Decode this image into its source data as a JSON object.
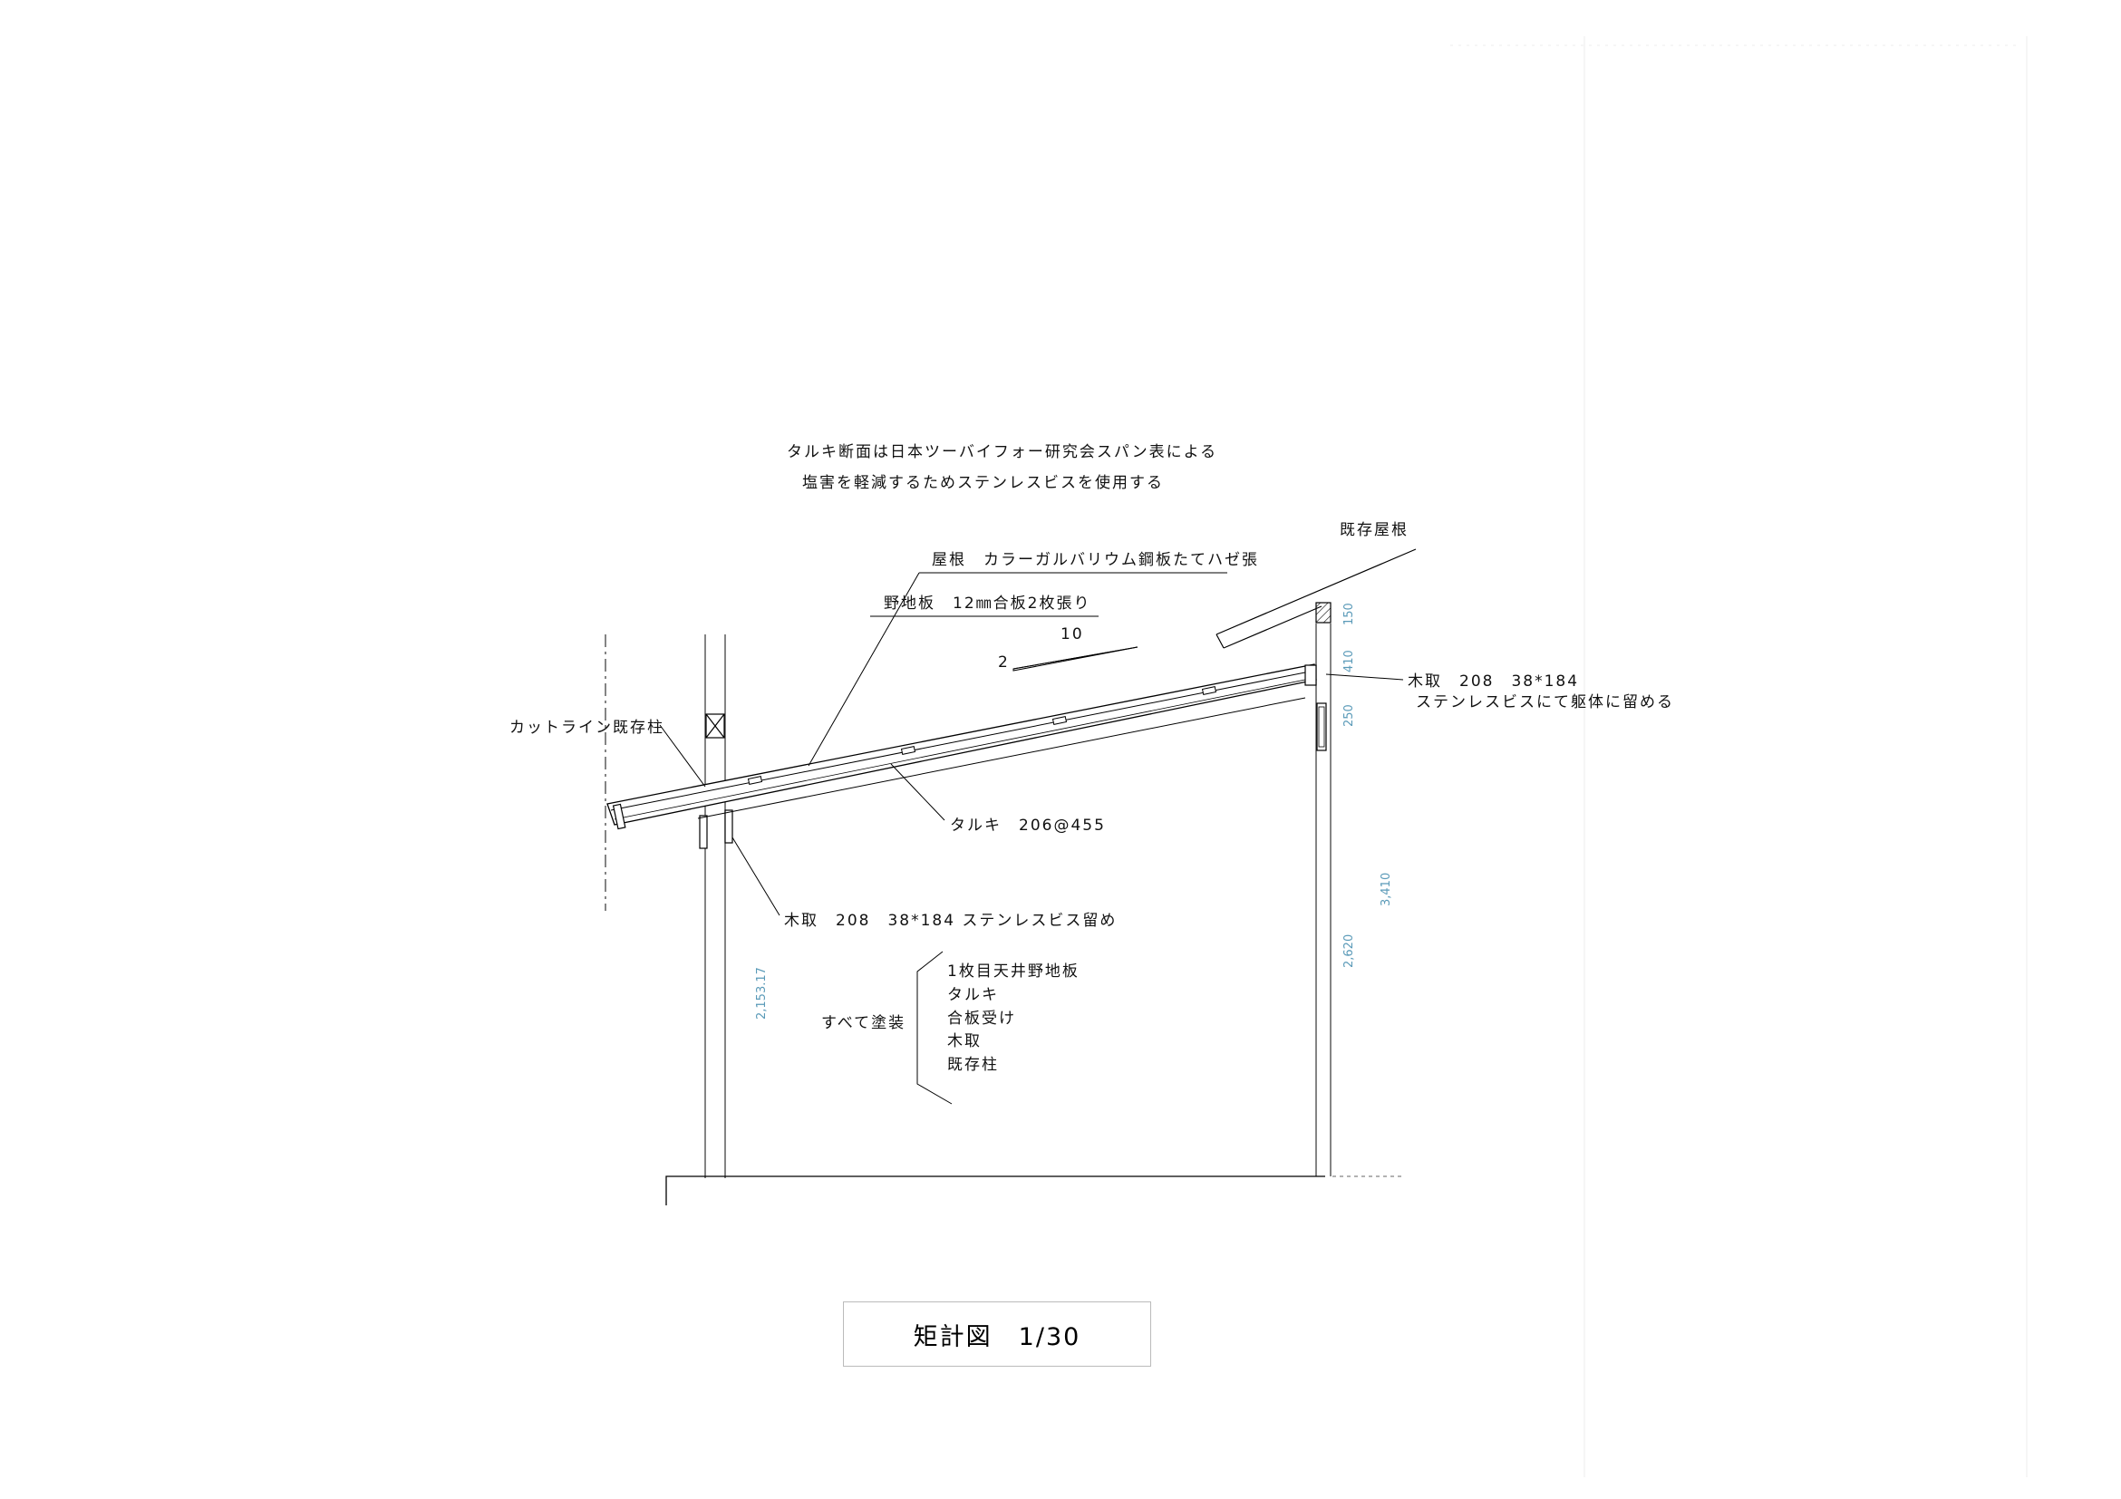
{
  "notes": {
    "line1": "タルキ断面は日本ツーバイフォー研究会スパン表による",
    "line2": "塩害を軽減するためステンレスビスを使用する"
  },
  "labels": {
    "existing_roof": "既存屋根",
    "roof": "屋根　カラーガルバリウム鋼板たてハゼ張",
    "sheathing": "野地板　12㎜合板2枚張り",
    "slope_run": "10",
    "slope_rise": "2",
    "cutline": "カットライン既存柱",
    "ledger_right_1": "木取　208　38*184",
    "ledger_right_2": "ステンレスビスにて躯体に留める",
    "rafter": "タルキ　206@455",
    "ledger_left": "木取　208　38*184 ステンレスビス留め",
    "paint_all": "すべて塗装",
    "paint_items": [
      "1枚目天井野地板",
      "タルキ",
      "合板受け",
      "木取",
      "既存柱"
    ]
  },
  "dimensions": {
    "right_150": "150",
    "right_410": "410",
    "right_250": "250",
    "right_3410": "3,410",
    "right_2620": "2,620",
    "left_2153": "2,153.17"
  },
  "title": "矩計図　1/30"
}
